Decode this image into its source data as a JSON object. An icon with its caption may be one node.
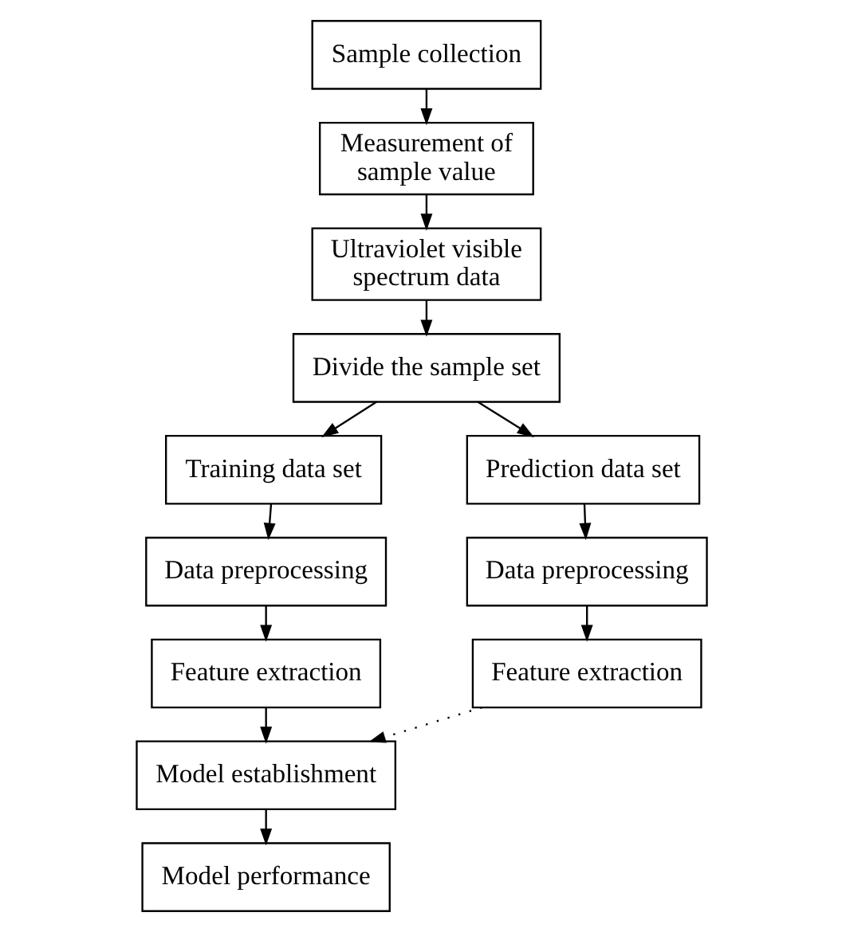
{
  "diagram": {
    "nodes": [
      {
        "text": [
          "Sample collection"
        ]
      },
      {
        "text": [
          "Measurement of sample value"
        ]
      },
      {
        "text": [
          "Ultraviolet visible spectrum data"
        ]
      },
      {
        "text": [
          "Divide the sample set"
        ]
      },
      {
        "text": [
          "Training data set"
        ]
      },
      {
        "text": [
          "Prediction data set"
        ]
      },
      {
        "text": [
          "Data preprocessing"
        ]
      },
      {
        "text": [
          "Data preprocessing"
        ]
      },
      {
        "text": [
          "Feature extraction"
        ]
      },
      {
        "text": [
          "Feature extraction"
        ]
      },
      {
        "text": [
          "Model establishment"
        ]
      },
      {
        "text": [
          "Model performance"
        ]
      }
    ],
    "edges": [
      {
        "from": 0,
        "to": 1,
        "arrow": "to"
      },
      {
        "from": 1,
        "to": 2,
        "arrow": "to"
      },
      {
        "from": 2,
        "to": 3,
        "arrow": "to"
      },
      {
        "from": 3,
        "to": 4,
        "arrow": "to"
      },
      {
        "from": 3,
        "to": 5,
        "arrow": "to"
      },
      {
        "from": 4,
        "to": 6,
        "arrow": "to"
      },
      {
        "from": 5,
        "to": 7,
        "arrow": "to"
      },
      {
        "from": 6,
        "to": 8,
        "arrow": "to"
      },
      {
        "from": 7,
        "to": 9,
        "arrow": "to"
      },
      {
        "from": 8,
        "to": 10,
        "arrow": "to"
      },
      {
        "from": 9,
        "to": 10,
        "arrow": "to",
        "style": "dashed"
      },
      {
        "from": 10,
        "to": 11,
        "arrow": "to"
      }
    ]
  }
}
